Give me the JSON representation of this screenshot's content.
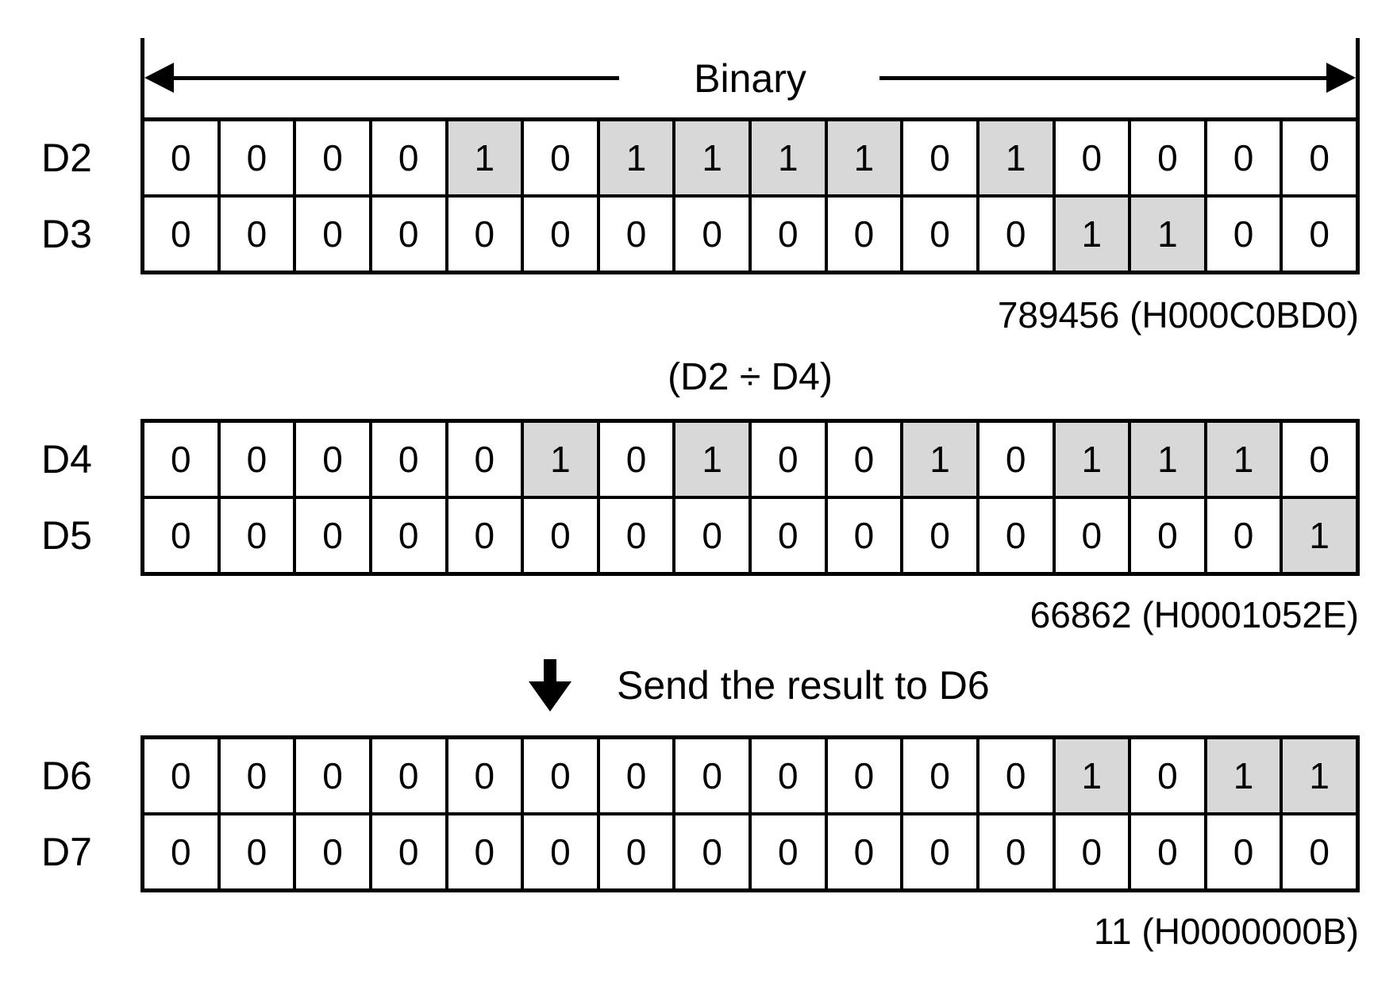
{
  "binary_header": {
    "label": "Binary"
  },
  "sections": [
    {
      "rows": [
        {
          "name": "D2",
          "bits": [
            0,
            0,
            0,
            0,
            1,
            0,
            1,
            1,
            1,
            1,
            0,
            1,
            0,
            0,
            0,
            0
          ]
        },
        {
          "name": "D3",
          "bits": [
            0,
            0,
            0,
            0,
            0,
            0,
            0,
            0,
            0,
            0,
            0,
            0,
            1,
            1,
            0,
            0
          ]
        }
      ],
      "caption": "789456 (H000C0BD0)"
    },
    {
      "operation_label": "(D2 ÷ D4)",
      "rows": [
        {
          "name": "D4",
          "bits": [
            0,
            0,
            0,
            0,
            0,
            1,
            0,
            1,
            0,
            0,
            1,
            0,
            1,
            1,
            1,
            0
          ]
        },
        {
          "name": "D5",
          "bits": [
            0,
            0,
            0,
            0,
            0,
            0,
            0,
            0,
            0,
            0,
            0,
            0,
            0,
            0,
            0,
            1
          ]
        }
      ],
      "caption": "66862 (H0001052E)"
    },
    {
      "transfer_label": "Send the result to D6",
      "rows": [
        {
          "name": "D6",
          "bits": [
            0,
            0,
            0,
            0,
            0,
            0,
            0,
            0,
            0,
            0,
            0,
            0,
            1,
            0,
            1,
            1
          ]
        },
        {
          "name": "D7",
          "bits": [
            0,
            0,
            0,
            0,
            0,
            0,
            0,
            0,
            0,
            0,
            0,
            0,
            0,
            0,
            0,
            0
          ]
        }
      ],
      "caption": "11 (H0000000B)"
    }
  ],
  "colors": {
    "shaded_cell": "#d8d8d8",
    "border": "#000000",
    "text": "#000000",
    "background": "#ffffff"
  }
}
